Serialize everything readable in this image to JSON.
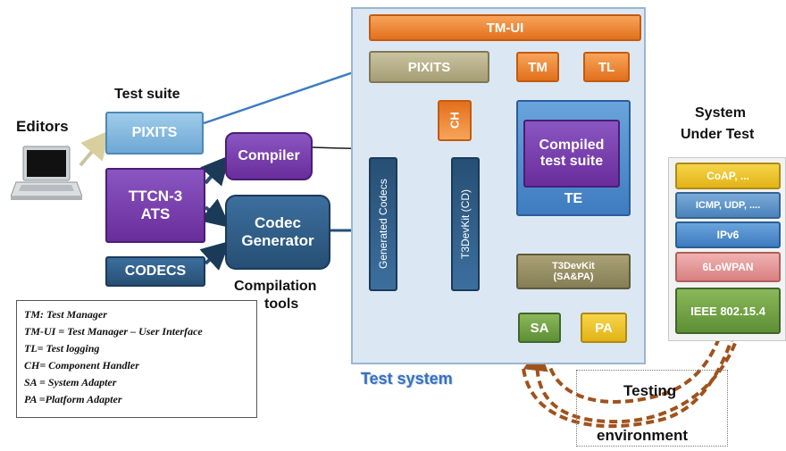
{
  "labels": {
    "editors": "Editors",
    "test_suite": "Test suite",
    "compilation_tools_line1": "Compilation",
    "compilation_tools_line2": "tools",
    "system_under_test_line1": "System",
    "system_under_test_line2": "Under Test",
    "test_system": "Test system",
    "testing_env_line1": "Testing",
    "testing_env_line2": "environment"
  },
  "left_boxes": {
    "pixits": "PIXITS",
    "ttcn3_line1": "TTCN-3",
    "ttcn3_line2": "ATS",
    "codecs": "CODECS",
    "compiler": "Compiler",
    "codec_gen_line1": "Codec",
    "codec_gen_line2": "Generator"
  },
  "test_system": {
    "tm_ui": "TM-UI",
    "pixits": "PIXITS",
    "tm": "TM",
    "tl": "TL",
    "ch": "CH",
    "generated_codecs": "Generated Codecs",
    "t3devkit_cd": "T3DevKit (CD)",
    "compiled_line1": "Compiled",
    "compiled_line2": "test suite",
    "te": "TE",
    "t3devkit_sapa_line1": "T3DevKit",
    "t3devkit_sapa_line2": "(SA&PA)",
    "sa": "SA",
    "pa": "PA"
  },
  "sut_stack": [
    {
      "label": "CoAP, ...",
      "color": "#f6d54a"
    },
    {
      "label": "ICMP, UDP, ....",
      "color": "#4a82ba"
    },
    {
      "label": "IPv6",
      "color": "#3e7cc0"
    },
    {
      "label": "6LoWPAN",
      "color": "#e08a8a"
    },
    {
      "label": "IEEE 802.15.4",
      "color": "#5e8f35"
    }
  ],
  "legend": [
    "TM: Test Manager",
    "TM-UI = Test Manager – User Interface",
    "TL= Test logging",
    "CH= Component Handler",
    "SA = System Adapter",
    "PA =Platform Adapter"
  ],
  "colors": {
    "orange": "#e2701c",
    "purple": "#6a2d9b",
    "blue": "#3e7cc0",
    "navy": "#274f74",
    "arrow_purple": "#b9a3d6",
    "arrow_brown": "#a0521c",
    "test_system_text": "#3a6fc0"
  },
  "icons": {
    "laptop": "laptop-icon"
  }
}
